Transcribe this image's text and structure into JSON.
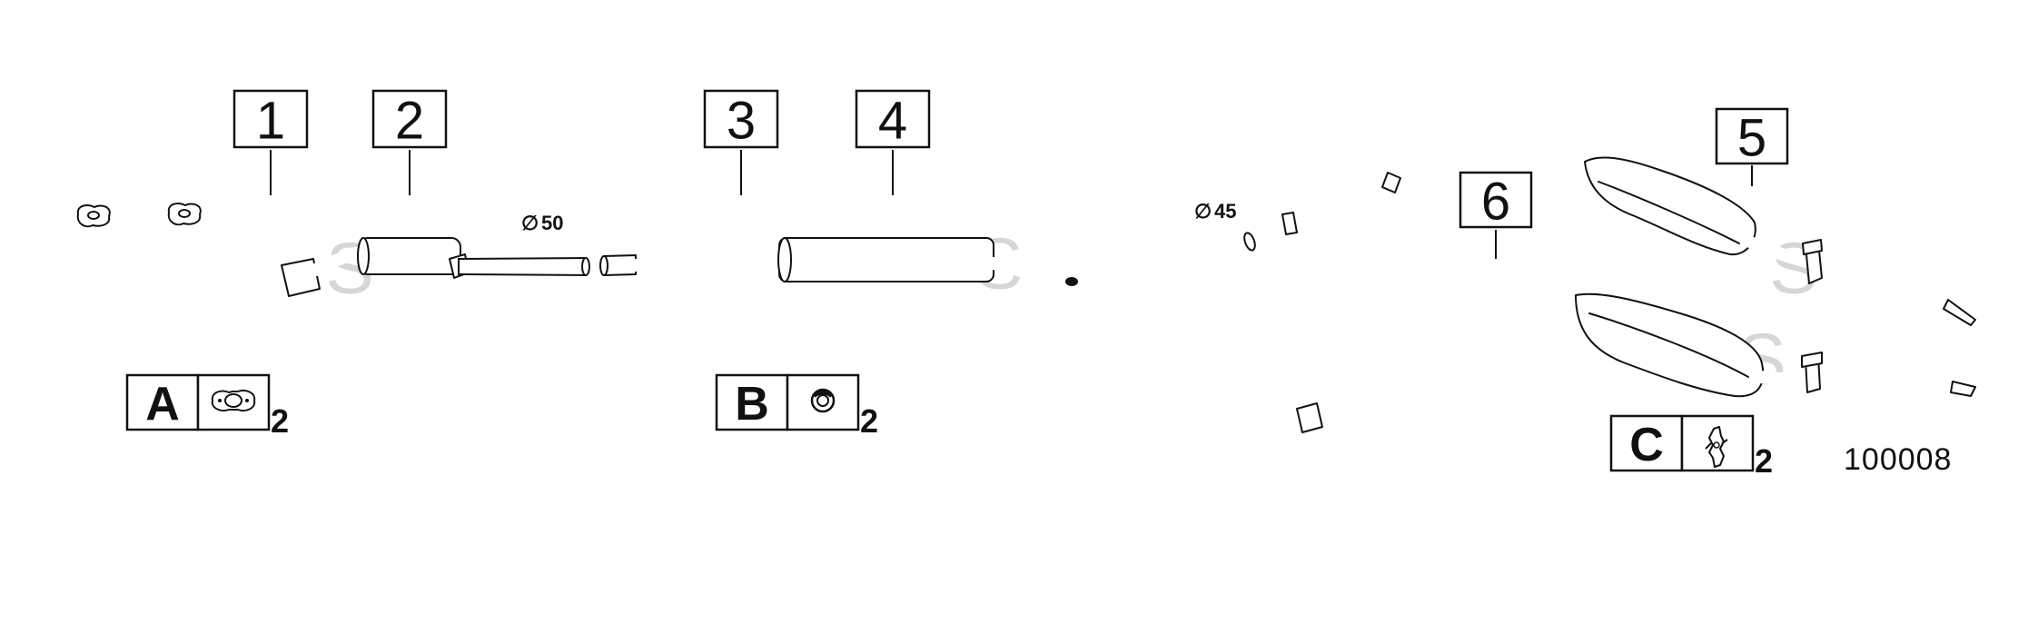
{
  "callouts": [
    {
      "id": "1",
      "label": "1"
    },
    {
      "id": "2",
      "label": "2"
    },
    {
      "id": "3",
      "label": "3"
    },
    {
      "id": "4",
      "label": "4"
    },
    {
      "id": "5",
      "label": "5"
    },
    {
      "id": "6",
      "label": "6"
    }
  ],
  "dimensions": {
    "front": "50",
    "middle": "45",
    "diameter_symbol": "∅"
  },
  "kits": [
    {
      "letter": "A",
      "quantity": "2",
      "icon": "flange-gasket-icon"
    },
    {
      "letter": "B",
      "quantity": "2",
      "icon": "sealing-ring-icon"
    },
    {
      "letter": "C",
      "quantity": "2",
      "icon": "rubber-hanger-icon"
    }
  ],
  "watermark": "S",
  "illustration_code": "100008",
  "colors": {
    "line": "#111111",
    "watermark": "#d6d6d6",
    "background": "#ffffff"
  }
}
